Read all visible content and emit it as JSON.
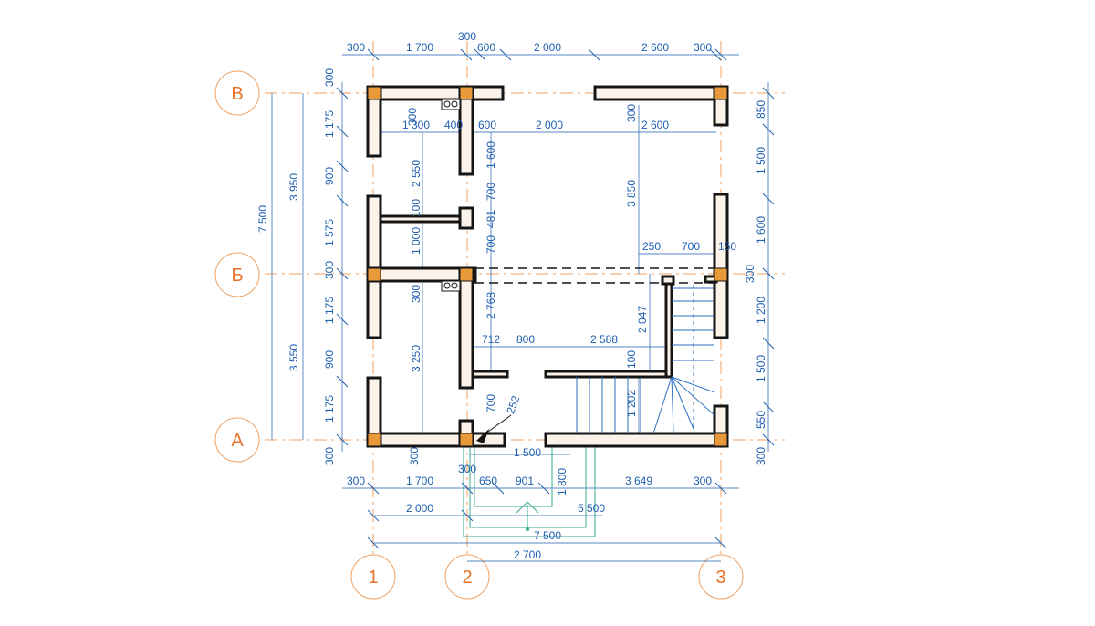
{
  "colors": {
    "wall": "#151515",
    "wall_fill": "#fbf3ea",
    "axis": "#f0a060",
    "axis_text": "#e8722a",
    "dim": "#1f5fb0",
    "column": "#e89a3a",
    "stair": "#2a6fc0",
    "entry": "#3aa890"
  },
  "axes": {
    "rows": [
      {
        "label": "В",
        "pos": 102
      },
      {
        "label": "Б",
        "pos": 300
      },
      {
        "label": "А",
        "pos": 482
      }
    ],
    "cols": [
      {
        "label": "1",
        "pos": 409
      },
      {
        "label": "2",
        "pos": 512
      },
      {
        "label": "3",
        "pos": 790
      }
    ]
  },
  "dims": {
    "top_row1": [
      "300",
      "1 700",
      "300",
      "600",
      "2 000",
      "2 600",
      "300"
    ],
    "top_row2": [
      "300",
      "1 300",
      "400",
      "600",
      "2 000",
      "2 600"
    ],
    "interior_vertical": [
      "2 550",
      "1 600",
      "100",
      "1 000",
      "481",
      "700",
      "700",
      "3 850",
      "300",
      "2 768",
      "3 250",
      "300",
      "2 047",
      "100",
      "1 202",
      "700"
    ],
    "interior_horizontal": [
      "712",
      "800",
      "2 588",
      "250",
      "700",
      "150",
      "252"
    ],
    "left_segments": [
      "300",
      "1 175",
      "900",
      "1 575",
      "300",
      "1 175",
      "900",
      "1 175",
      "300"
    ],
    "left_totals": [
      "3 950",
      "3 550",
      "7 500"
    ],
    "right_segments": [
      "850",
      "1 500",
      "1 600",
      "300",
      "1 200",
      "1 500",
      "550",
      "300"
    ],
    "bottom_row1": [
      "300",
      "1 500"
    ],
    "bottom_row2": [
      "300",
      "650",
      "901",
      "1 800",
      "300",
      "1 700",
      "3 649",
      "300"
    ],
    "bottom_row3": [
      "2 000",
      "5 500"
    ],
    "bottom_row4": [
      "7 500"
    ],
    "bottom_row5": [
      "2 700"
    ]
  }
}
